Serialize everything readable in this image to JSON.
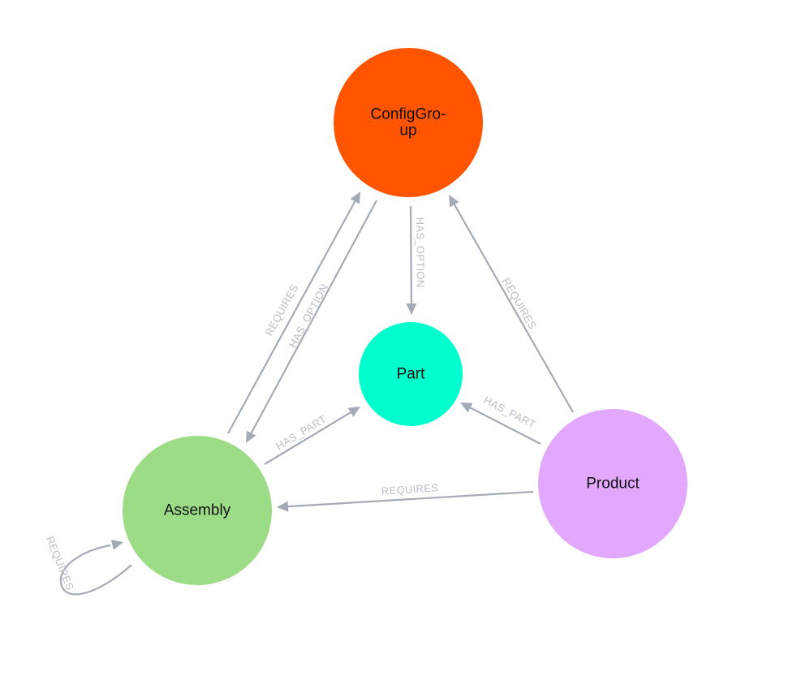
{
  "colors": {
    "relationship": "#a5abb6",
    "relationship_label": "#b8bdc6",
    "node_text": "#111111"
  },
  "nodes": [
    {
      "id": "configgroup",
      "label_lines": [
        "ConfigGro-",
        "up"
      ],
      "color": "#ff5500"
    },
    {
      "id": "part",
      "label_lines": [
        "Part"
      ],
      "color": "#00ffcc"
    },
    {
      "id": "assembly",
      "label_lines": [
        "Assembly"
      ],
      "color": "#9ddc86"
    },
    {
      "id": "product",
      "label_lines": [
        "Product"
      ],
      "color": "#e2a8fd"
    }
  ],
  "relationships": [
    {
      "id": "assembly-requires-configgroup",
      "label": "REQUIRES"
    },
    {
      "id": "configgroup-has-option-assembly",
      "label": "HAS_OPTION"
    },
    {
      "id": "configgroup-has-option-part",
      "label": "HAS_OPTION"
    },
    {
      "id": "product-requires-configgroup",
      "label": "REQUIRES"
    },
    {
      "id": "assembly-has-part-part",
      "label": "HAS_PART"
    },
    {
      "id": "product-has-part-part",
      "label": "HAS_PART"
    },
    {
      "id": "product-requires-assembly",
      "label": "REQUIRES"
    },
    {
      "id": "assembly-requires-assembly",
      "label": "REQUIRES"
    }
  ]
}
